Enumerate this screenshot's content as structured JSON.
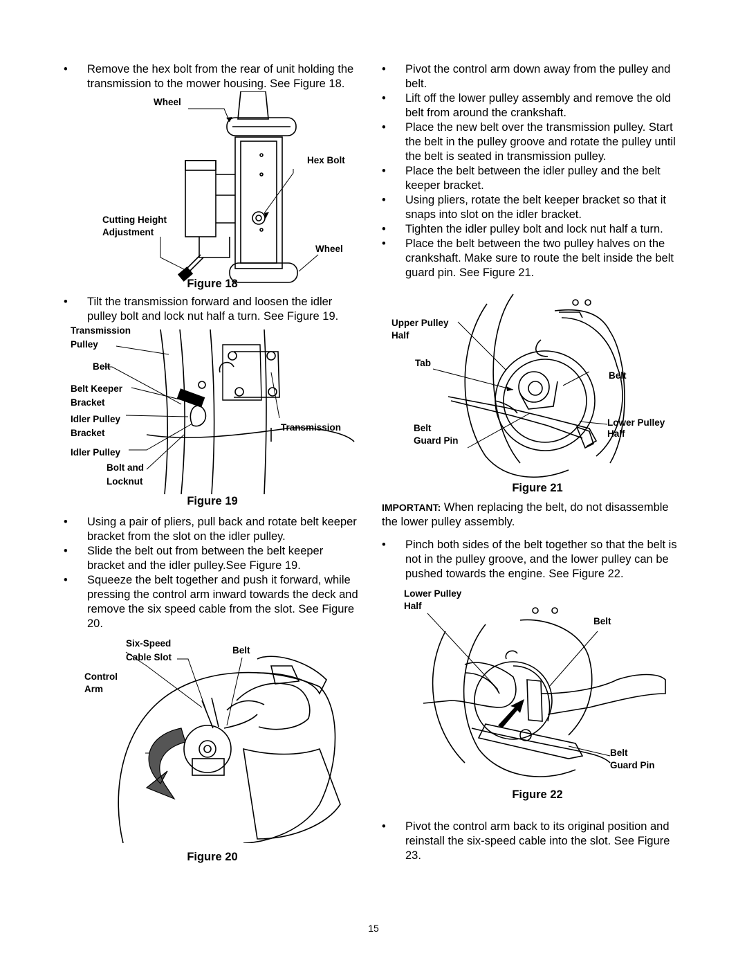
{
  "left_column": {
    "bullet1": "Remove the hex bolt from the rear of unit holding the transmission to the mower housing. See Figure 18.",
    "figure18": {
      "labels": {
        "wheel_top": "Wheel",
        "hex_bolt": "Hex Bolt",
        "cutting_height": "Cutting Height",
        "adjustment": "Adjustment",
        "wheel_bottom": "Wheel"
      },
      "caption": "Figure 18"
    },
    "bullet2": "Tilt the transmission forward and loosen the idler pulley bolt and lock nut half a turn. See Figure 19.",
    "figure19": {
      "labels": {
        "transmission_pulley_1": "Transmission",
        "transmission_pulley_2": "Pulley",
        "belt": "Belt",
        "belt_keeper_1": "Belt Keeper",
        "belt_keeper_2": "Bracket",
        "idler_bracket_1": "Idler Pulley",
        "idler_bracket_2": "Bracket",
        "transmission": "Transmission",
        "idler_bolt_1": "Idler Pulley",
        "idler_bolt_2": "Bolt and",
        "idler_bolt_3": "Locknut"
      },
      "caption": "Figure 19"
    },
    "bullet3": "Using a pair of pliers, pull back and rotate belt keeper bracket from the slot on the idler pulley.",
    "bullet4": "Slide the belt out from between the belt keeper bracket and the idler pulley.See Figure 19.",
    "bullet5": "Squeeze the belt together and push it forward, while pressing the control arm inward towards the deck and remove the six speed cable from the slot. See Figure 20.",
    "figure20": {
      "labels": {
        "six_speed_1": "Six-Speed",
        "six_speed_2": "Cable Slot",
        "belt": "Belt",
        "control_1": "Control",
        "control_2": "Arm"
      },
      "caption": "Figure 20"
    }
  },
  "right_column": {
    "bullet1": "Pivot the control arm down away from the pulley and belt.",
    "bullet2": "Lift off the lower pulley assembly and remove the old belt from around the crankshaft.",
    "bullet3": "Place the new belt over the transmission pulley. Start the belt in the pulley groove and rotate the pulley until the belt is seated in transmission pulley.",
    "bullet4": "Place the belt between the idler pulley and the belt keeper bracket.",
    "bullet5": "Using pliers, rotate the belt keeper bracket so that it snaps into slot on the idler bracket.",
    "bullet6": "Tighten the idler pulley bolt and lock nut half a turn.",
    "bullet7": "Place the belt between the two pulley halves on the crankshaft. Make sure to route the belt inside the belt guard pin. See Figure 21.",
    "figure21": {
      "labels": {
        "upper_1": "Upper Pulley",
        "upper_2": "Half",
        "tab": "Tab",
        "belt": "Belt",
        "guard_1": "Belt",
        "guard_2": "Guard Pin",
        "lower_1": "Lower Pulley",
        "lower_2": "Half"
      },
      "caption": "Figure 21"
    },
    "important_label": "IMPORTANT:",
    "important_text": "When replacing the belt, do not disassemble the lower pulley assembly.",
    "bullet8": "Pinch both sides of the belt together so that the belt is not in the pulley groove, and the lower pulley can be pushed towards the engine. See Figure 22.",
    "figure22": {
      "labels": {
        "lower_1": "Lower Pulley",
        "lower_2": "Half",
        "belt": "Belt",
        "guard_1": "Belt",
        "guard_2": "Guard Pin"
      },
      "caption": "Figure 22"
    },
    "bullet9": "Pivot the control arm back to its original position and reinstall the six-speed cable into the slot. See Figure 23."
  },
  "page_number": "15",
  "bullet_symbol": "•"
}
